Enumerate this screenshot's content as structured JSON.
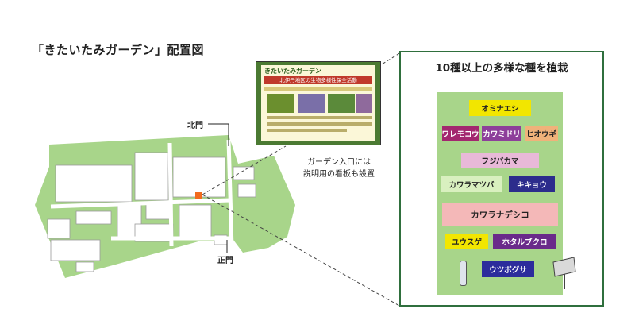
{
  "title": "「きたいたみガーデン」配置図",
  "gates": {
    "north": "北門",
    "main": "正門"
  },
  "entrance_note": {
    "line1": "ガーデン入口には",
    "line2": "説明用の看板も設置"
  },
  "sign_photo": {
    "heading": "きたいたみガーデン",
    "subheading": "北伊丹地区の生物多様性保全活動"
  },
  "panel": {
    "title": "10種以上の多様な種を植栽",
    "plants": [
      {
        "label": "オミナエシ",
        "bg": "#f2e600",
        "fg": "#222222"
      },
      {
        "label": "ワレモコウ",
        "bg": "#a3276f",
        "fg": "#ffffff"
      },
      {
        "label": "カワミドリ",
        "bg": "#8d3f9a",
        "fg": "#ffffff"
      },
      {
        "label": "ヒオウギ",
        "bg": "#f0b27a",
        "fg": "#222222"
      },
      {
        "label": "フジバカマ",
        "bg": "#e8b9d8",
        "fg": "#222222"
      },
      {
        "label": "カワラマツバ",
        "bg": "#d9f0bf",
        "fg": "#222222"
      },
      {
        "label": "キキョウ",
        "bg": "#2c2c8c",
        "fg": "#ffffff"
      },
      {
        "label": "カワラナデシコ",
        "bg": "#f4b8b8",
        "fg": "#222222"
      },
      {
        "label": "ユウスゲ",
        "bg": "#f2e600",
        "fg": "#222222"
      },
      {
        "label": "ホタルブクロ",
        "bg": "#6a2a8a",
        "fg": "#ffffff"
      },
      {
        "label": "ウツボグサ",
        "bg": "#2c2c9c",
        "fg": "#ffffff"
      }
    ]
  },
  "colors": {
    "grounds": "#a8d58a",
    "building": "#ffffff",
    "garden_marker": "#f26b1d",
    "frame": "#2f6f3d"
  }
}
